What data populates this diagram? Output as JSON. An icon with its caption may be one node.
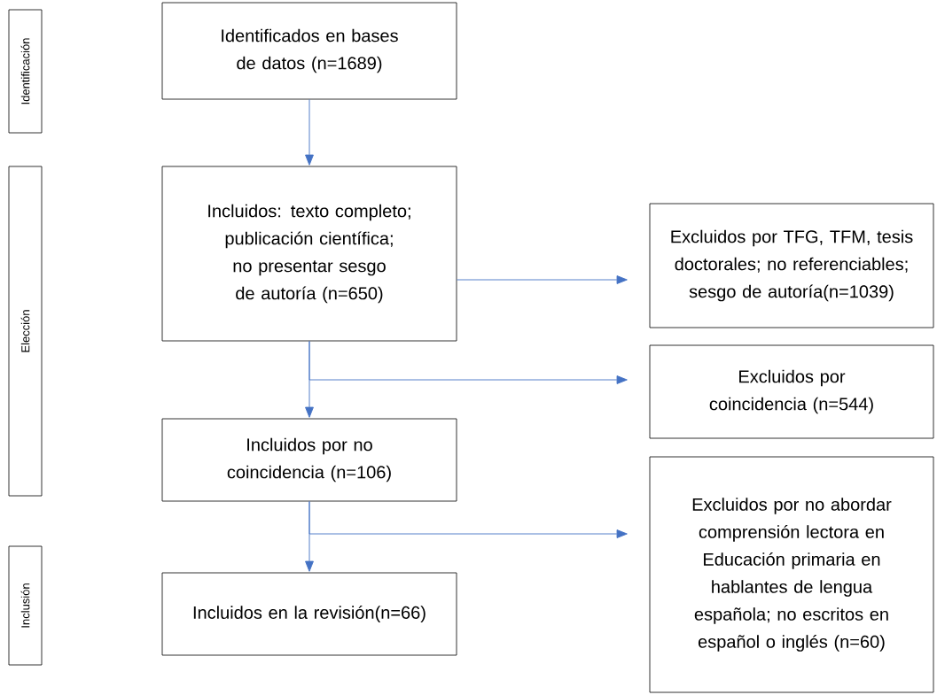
{
  "diagram": {
    "nodes": [
      {
        "text": [
          "Identificación"
        ]
      },
      {
        "text": [
          "Elección"
        ]
      },
      {
        "text": [
          "Inclusión"
        ]
      },
      {
        "text": [
          "Identificados en bases de datos (n=1689)"
        ]
      },
      {
        "text": [
          "Incluidos: texto completo; publicación científica; no presentar sesgo de autoría (n=650)"
        ]
      },
      {
        "text": [
          "Excluidos por TFG, TFM, tesis doctorales; no referenciables; sesgo de autoría(n=1039)"
        ]
      },
      {
        "text": [
          "Excluidos por coincidencia (n=544)"
        ]
      },
      {
        "text": [
          "Incluidos por no coincidencia (n=106)"
        ]
      },
      {
        "text": [
          "Excluidos por no abordar comprensión lectora en Educación primaria en hablantes de lengua española; no escritos en español o inglés (n=60)"
        ]
      },
      {
        "text": [
          "Incluidos en la revisión(n=66)"
        ]
      }
    ],
    "edges": [
      {
        "from": 3,
        "to": 4,
        "arrow": "to"
      },
      {
        "from": 4,
        "to": 5,
        "arrow": "to"
      },
      {
        "from": 4,
        "to": 6,
        "arrow": "to"
      },
      {
        "from": 4,
        "to": 7,
        "arrow": "to"
      },
      {
        "from": 7,
        "to": 8,
        "arrow": "to"
      },
      {
        "from": 7,
        "to": 9,
        "arrow": "to"
      }
    ]
  }
}
